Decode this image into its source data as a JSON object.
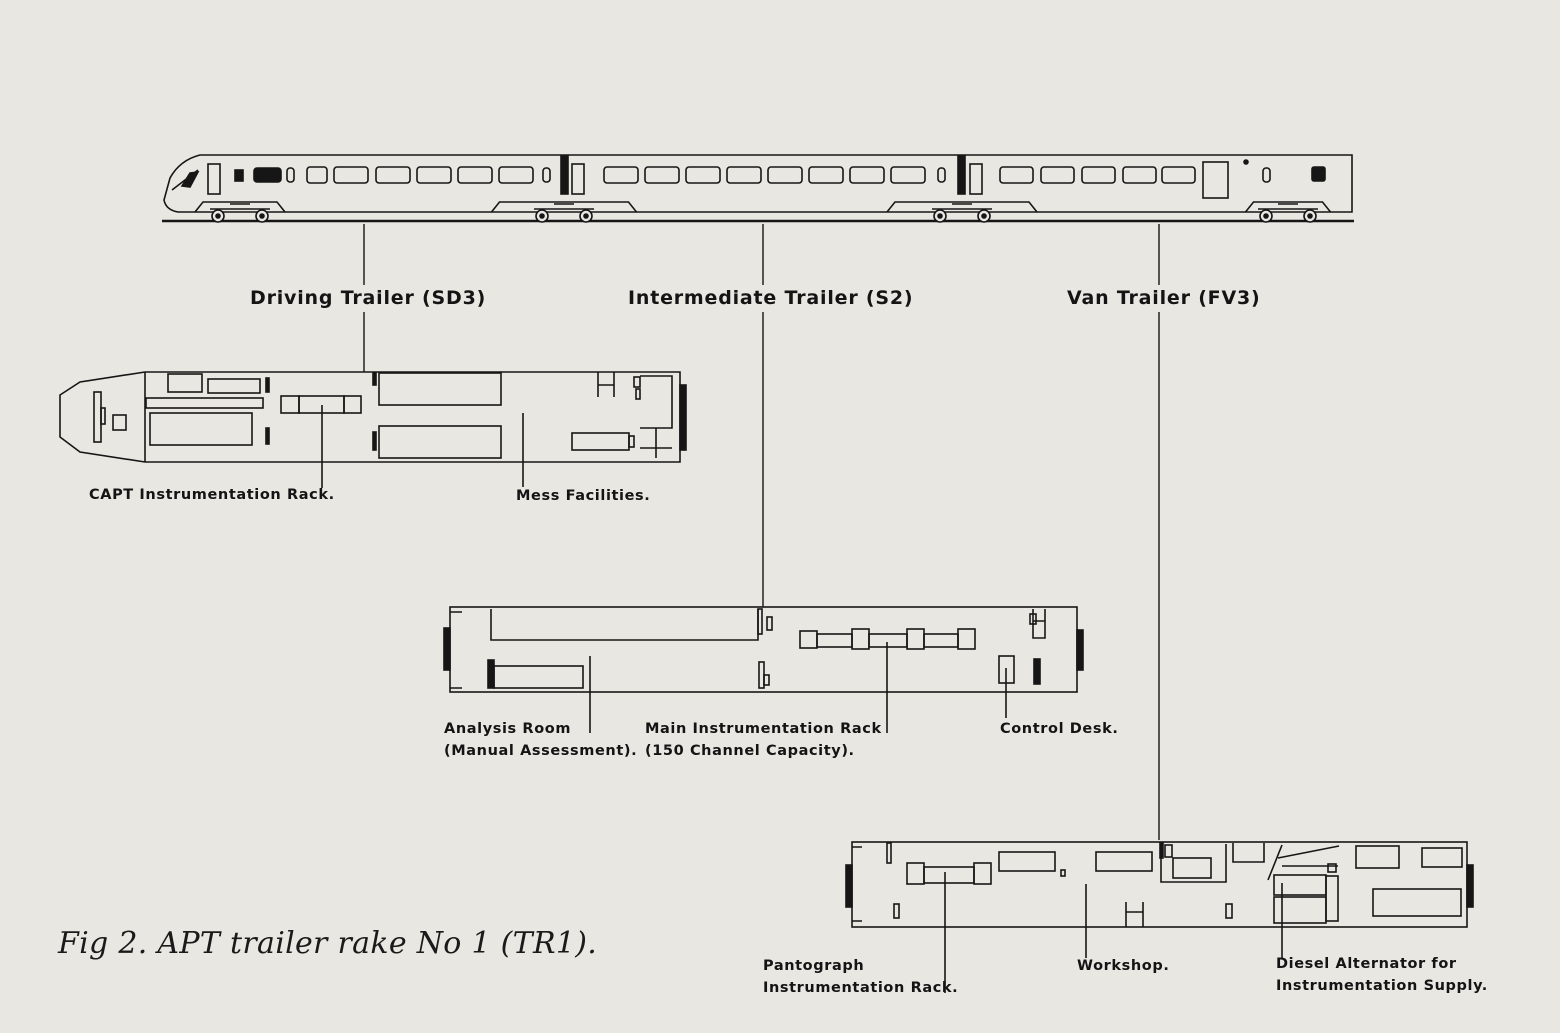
{
  "cars": [
    {
      "label": "Driving Trailer (SD3)"
    },
    {
      "label": "Intermediate Trailer (S2)"
    },
    {
      "label": "Van Trailer (FV3)"
    }
  ],
  "annotations": {
    "driving": [
      "CAPT Instrumentation Rack.",
      "Mess Facilities."
    ],
    "intermediate": {
      "analysis": [
        "Analysis Room",
        "(Manual Assessment)."
      ],
      "main_rack": [
        "Main Instrumentation Rack",
        "(150 Channel Capacity)."
      ],
      "control": "Control Desk."
    },
    "van": {
      "pantograph": [
        "Pantograph",
        "Instrumentation Rack."
      ],
      "workshop": "Workshop.",
      "diesel": [
        "Diesel Alternator for",
        "Instrumentation Supply."
      ]
    }
  },
  "caption": "Fig 2. APT trailer rake No 1 (TR1)."
}
